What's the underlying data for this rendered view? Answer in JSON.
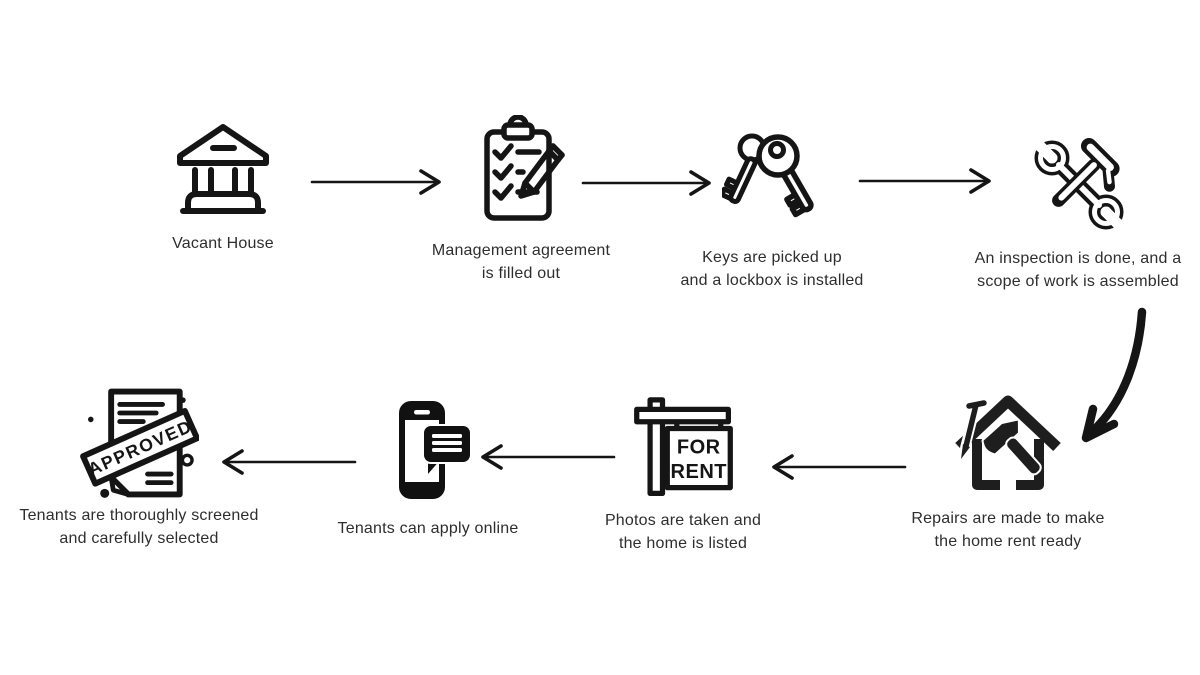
{
  "canvas": {
    "background": "#ffffff",
    "ink": "#151515",
    "text_color": "#2e2e2e"
  },
  "title": "",
  "steps": [
    {
      "id": "vacant-house",
      "icon": "bank-building-icon",
      "label": "Vacant  House"
    },
    {
      "id": "management-agreement",
      "icon": "clipboard-pencil-icon",
      "label": "Management agreement\nis filled out"
    },
    {
      "id": "keys-lockbox",
      "icon": "keys-icon",
      "label": "Keys are picked up\nand a lockbox is installed"
    },
    {
      "id": "inspection",
      "icon": "wrench-hammer-icon",
      "label": "An inspection is done, and a\nscope of work is assembled"
    },
    {
      "id": "repairs",
      "icon": "house-hammer-icon",
      "label": "Repairs are made to make\nthe home rent ready"
    },
    {
      "id": "listing",
      "icon": "for-rent-sign-icon",
      "label": "Photos are taken and\nthe home is listed"
    },
    {
      "id": "apply-online",
      "icon": "phone-chat-icon",
      "label": "Tenants can apply online"
    },
    {
      "id": "screening",
      "icon": "approved-document-icon",
      "label": "Tenants are thoroughly screened\nand carefully selected"
    }
  ],
  "icon_text": {
    "for_rent_line1": "FOR",
    "for_rent_line2": "RENT",
    "approved_stamp": "APPROVED"
  },
  "arrows": [
    {
      "from": "vacant-house",
      "to": "management-agreement",
      "direction": "right"
    },
    {
      "from": "management-agreement",
      "to": "keys-lockbox",
      "direction": "right"
    },
    {
      "from": "keys-lockbox",
      "to": "inspection",
      "direction": "right"
    },
    {
      "from": "inspection",
      "to": "repairs",
      "direction": "curved-down-left"
    },
    {
      "from": "repairs",
      "to": "listing",
      "direction": "left"
    },
    {
      "from": "listing",
      "to": "apply-online",
      "direction": "left"
    },
    {
      "from": "apply-online",
      "to": "screening",
      "direction": "left"
    }
  ]
}
